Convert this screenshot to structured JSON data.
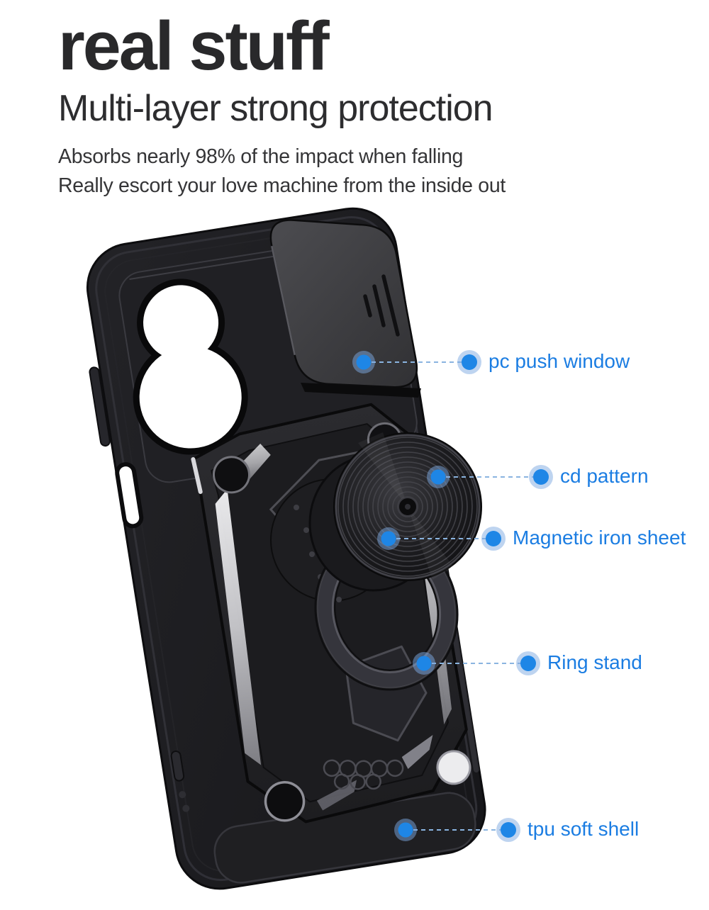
{
  "header": {
    "title": "real stuff",
    "subtitle": "Multi-layer strong protection",
    "description_lines": [
      "Absorbs nearly 98% of the impact when falling",
      "Really escort your love machine from the inside out"
    ]
  },
  "callouts": [
    {
      "label": "pc push window"
    },
    {
      "label": "cd pattern"
    },
    {
      "label": "Magnetic iron sheet"
    },
    {
      "label": "Ring stand"
    },
    {
      "label": "tpu soft shell"
    }
  ],
  "colors": {
    "accent_blue": "#1b7de2",
    "dot_blue": "#1e86e6",
    "halo_blue": "#a9c9ee",
    "dash_blue": "#8ab4e0",
    "case_black": "#1c1c1f",
    "armor_gray": "#232327",
    "silver_accent": "#e9e9ec",
    "heading_dark": "#29292b",
    "background": "#ffffff"
  }
}
